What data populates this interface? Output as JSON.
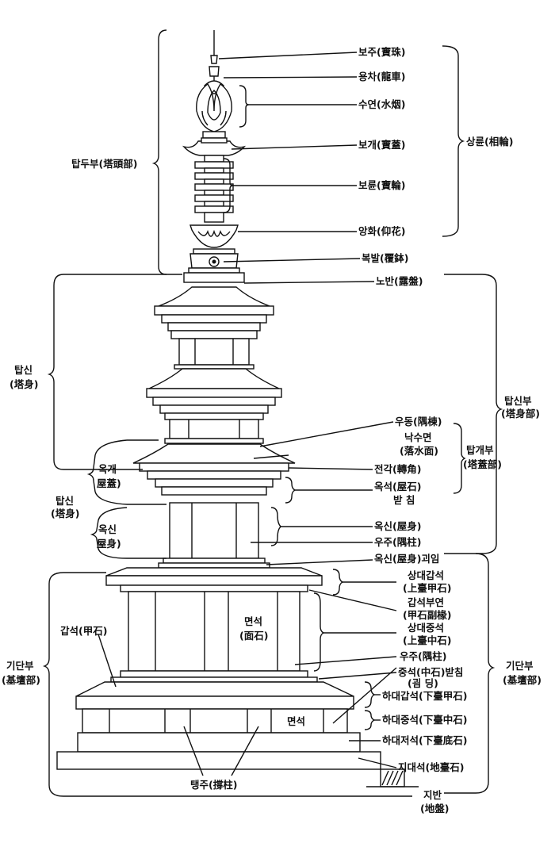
{
  "labels": {
    "boju": "보주(寶珠)",
    "yongcha": "용차(龍車)",
    "suyeon": "수연(水烟)",
    "bogae": "보개(寶蓋)",
    "boryun": "보륜(寶輪)",
    "anghwa": "앙화(仰花)",
    "bokbal": "복발(覆鉢)",
    "noban": "노반(露盤)",
    "sangryun": "상륜(相輪)",
    "tapdubu": "탑두부(塔頭部)",
    "tapsin_left_1": "탑신",
    "tapsin_left_2": "(塔身)",
    "tapsinbu_1": "탑신부",
    "tapsinbu_2": "(塔身部)",
    "udong": "우동(隅棟)",
    "naksumyeon_1": "낙수면",
    "naksumyeon_2": "(落水面)",
    "jeongak": "전각(轉角)",
    "tapgaebu_1": "탑개부",
    "tapgaebu_2": "(塔蓋部)",
    "okseok": "옥석(屋石)",
    "bachim": "받   침",
    "okgae_1": "옥개",
    "okgae_2": "屋蓋)",
    "tapsin_mid_1": "탑신",
    "tapsin_mid_2": "(塔身)",
    "oksin_left_1": "옥신",
    "oksin_left_2": "屋身)",
    "oksin_right": "옥신(屋身)",
    "uju_top": "우주(隅柱)",
    "oksin_goeim": "옥신(屋身)괴임",
    "sangdaegapseok_1": "상대갑석",
    "sangdaegapseok_2": "(上臺甲石)",
    "gapseokbuyeon_1": "갑석부연",
    "gapseokbuyeon_2": "(甲石副椽)",
    "sangdaejungseok_1": "상대중석",
    "sangdaejungseok_2": "(上臺中石)",
    "uju_bottom": "우주(隅柱)",
    "jungseok_bachim": "중석(中石)받침",
    "gorong": "(굄   딩)",
    "hadaegapseok": "하대갑석(下臺甲石)",
    "hadaejungseok": "하대중석(下臺中石)",
    "hadaejeoseok": "하대저석(下臺底石)",
    "jidaeseok": "지대석(地臺石)",
    "jiban_1": "지반",
    "jiban_2": "(地盤)",
    "gidanbu_left_1": "기단부",
    "gidanbu_left_2": "(基壇部)",
    "gidanbu_right_1": "기단부",
    "gidanbu_right_2": "(基壇部)",
    "gapseok": "갑석(甲石)",
    "myeonseok_upper_1": "면석",
    "myeonseok_upper_2": "(面石)",
    "myeonseok_lower": "면석",
    "taengju": "탱주(撐柱)"
  }
}
